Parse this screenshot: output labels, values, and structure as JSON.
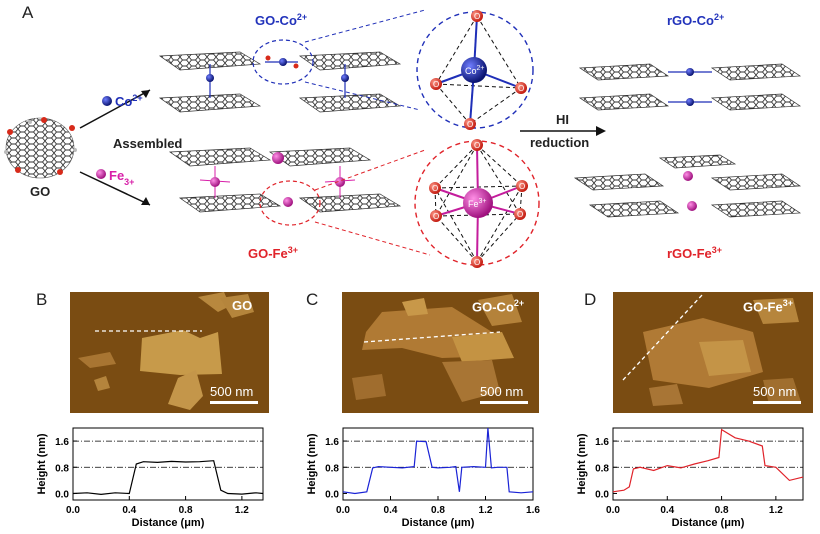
{
  "panelA": {
    "letter": "A",
    "go_label": "GO",
    "assembled_label": "Assembled",
    "co_ion_base": "Co",
    "co_ion_sup": "2+",
    "fe_ion_base": "Fe",
    "fe_ion_sup": "3+",
    "go_co_base": "GO-Co",
    "go_co_sup": "2+",
    "go_fe_base": "GO-Fe",
    "go_fe_sup": "3+",
    "rgo_co_base": "rGO-Co",
    "rgo_co_sup": "2+",
    "rgo_fe_base": "rGO-Fe",
    "rgo_fe_sup": "3+",
    "hi_label": "HI",
    "reduction_label": "reduction",
    "co_center_base": "Co",
    "co_center_sup": "2+",
    "fe_center_base": "Fe",
    "fe_center_sup": "3+",
    "oxygen_symbol": "O",
    "colors": {
      "co": "#1f2fb8",
      "fe": "#d81fa8",
      "co_label": "#2233bb",
      "fe_label": "#e0232a"
    }
  },
  "panelB": {
    "letter": "B",
    "image_label": "GO",
    "scale": "500 nm"
  },
  "panelC": {
    "letter": "C",
    "image_label_base": "GO-Co",
    "image_label_sup": "2+",
    "scale": "500 nm"
  },
  "panelD": {
    "letter": "D",
    "image_label_base": "GO-Fe",
    "image_label_sup": "3+",
    "scale": "500 nm"
  },
  "chart_data": [
    {
      "type": "line",
      "panel": "B",
      "color": "#000000",
      "xlabel": "Distance (μm)",
      "ylabel": "Height (nm)",
      "xlim": [
        0,
        1.35
      ],
      "ylim": [
        -0.2,
        2.0
      ],
      "xticks": [
        "0.0",
        "0.4",
        "0.8",
        "1.2"
      ],
      "yticks": [
        "0.0",
        "0.8",
        "1.6"
      ],
      "reference_lines": [
        0.8,
        1.6
      ],
      "x": [
        0.0,
        0.1,
        0.2,
        0.3,
        0.4,
        0.45,
        0.5,
        0.6,
        0.7,
        0.8,
        0.9,
        1.0,
        1.05,
        1.1,
        1.2,
        1.3,
        1.35
      ],
      "y": [
        0.0,
        0.02,
        -0.03,
        0.02,
        0.0,
        0.9,
        0.97,
        0.95,
        0.98,
        0.96,
        0.97,
        1.0,
        0.1,
        0.0,
        -0.02,
        0.02,
        0.0
      ]
    },
    {
      "type": "line",
      "panel": "C",
      "color": "#1a23d6",
      "xlabel": "Distance (μm)",
      "ylabel": "Height (nm)",
      "xlim": [
        0,
        1.6
      ],
      "ylim": [
        -0.2,
        2.0
      ],
      "xticks": [
        "0.0",
        "0.4",
        "0.8",
        "1.2",
        "1.6"
      ],
      "yticks": [
        "0.0",
        "0.8",
        "1.6"
      ],
      "reference_lines": [
        0.8,
        1.6
      ],
      "x": [
        0.0,
        0.1,
        0.2,
        0.25,
        0.3,
        0.4,
        0.5,
        0.6,
        0.62,
        0.7,
        0.75,
        0.8,
        0.9,
        0.95,
        0.98,
        1.0,
        1.1,
        1.2,
        1.22,
        1.25,
        1.3,
        1.38,
        1.4,
        1.5,
        1.6
      ],
      "y": [
        0.05,
        0.0,
        0.05,
        0.78,
        0.82,
        0.8,
        0.78,
        0.82,
        1.6,
        1.58,
        0.8,
        0.78,
        0.8,
        0.82,
        0.05,
        0.8,
        0.82,
        0.8,
        2.0,
        0.78,
        0.8,
        0.8,
        0.05,
        0.02,
        0.05
      ]
    },
    {
      "type": "line",
      "panel": "D",
      "color": "#e0232a",
      "xlabel": "Distance (μm)",
      "ylabel": "Height (nm)",
      "xlim": [
        0,
        1.4
      ],
      "ylim": [
        -0.2,
        2.0
      ],
      "xticks": [
        "0.0",
        "0.4",
        "0.8",
        "1.2"
      ],
      "yticks": [
        "0.0",
        "0.8",
        "1.6"
      ],
      "reference_lines": [
        0.8,
        1.6
      ],
      "x": [
        0.0,
        0.08,
        0.12,
        0.15,
        0.2,
        0.3,
        0.4,
        0.5,
        0.6,
        0.7,
        0.78,
        0.8,
        0.9,
        1.0,
        1.1,
        1.12,
        1.2,
        1.3,
        1.4
      ],
      "y": [
        0.05,
        0.1,
        0.2,
        0.75,
        0.8,
        0.7,
        0.85,
        0.78,
        0.9,
        1.0,
        1.1,
        1.95,
        1.7,
        1.6,
        1.45,
        0.85,
        0.8,
        0.4,
        0.5
      ]
    }
  ]
}
